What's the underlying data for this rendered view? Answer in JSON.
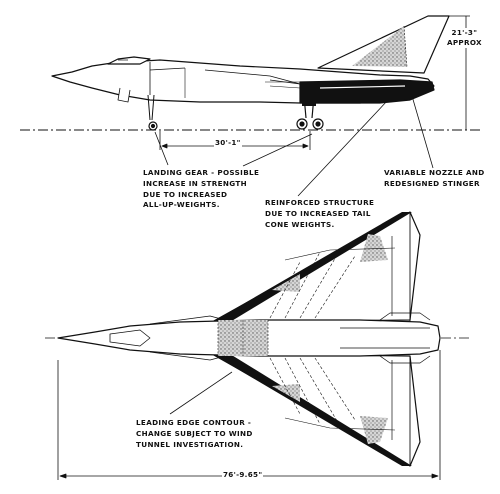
{
  "dimensions": {
    "height": "21'-3\"",
    "height_note": "APPROX",
    "gear_track": "30'-1\"",
    "length": "76'-9.65\""
  },
  "callouts": {
    "landing_gear": [
      "LANDING GEAR - POSSIBLE",
      "INCREASE IN STRENGTH",
      "DUE TO INCREASED",
      "ALL-UP-WEIGHTS."
    ],
    "reinforced_structure": [
      "REINFORCED STRUCTURE",
      "DUE TO INCREASED TAIL",
      "CONE WEIGHTS."
    ],
    "variable_nozzle": [
      "VARIABLE NOZZLE AND",
      "REDESIGNED STINGER"
    ],
    "leading_edge": [
      "LEADING EDGE CONTOUR -",
      "CHANGE SUBJECT TO WIND",
      "TUNNEL INVESTIGATION."
    ]
  }
}
